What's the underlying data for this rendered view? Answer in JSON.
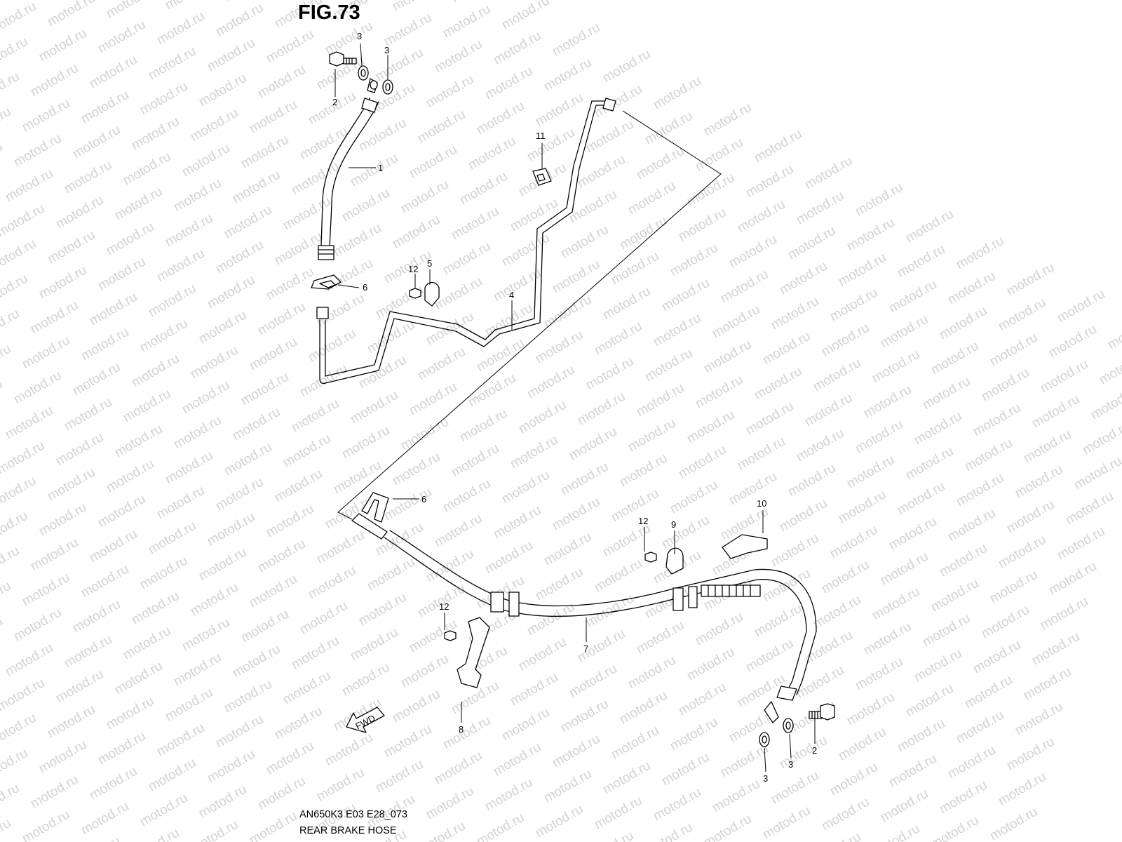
{
  "figure": {
    "title": "FIG.73",
    "caption_code": "AN650K3 E03 E28_073",
    "caption_name": "REAR BRAKE HOSE",
    "watermark": "motod.ru",
    "fwd_label": "FWD"
  },
  "callouts": [
    {
      "id": "c-3a",
      "label": "3"
    },
    {
      "id": "c-3b",
      "label": "3"
    },
    {
      "id": "c-2a",
      "label": "2"
    },
    {
      "id": "c-1",
      "label": "1"
    },
    {
      "id": "c-11",
      "label": "11"
    },
    {
      "id": "c-12a",
      "label": "12"
    },
    {
      "id": "c-5",
      "label": "5"
    },
    {
      "id": "c-6a",
      "label": "6"
    },
    {
      "id": "c-4",
      "label": "4"
    },
    {
      "id": "c-6b",
      "label": "6"
    },
    {
      "id": "c-12b",
      "label": "12"
    },
    {
      "id": "c-9",
      "label": "9"
    },
    {
      "id": "c-10",
      "label": "10"
    },
    {
      "id": "c-12c",
      "label": "12"
    },
    {
      "id": "c-7",
      "label": "7"
    },
    {
      "id": "c-8",
      "label": "8"
    },
    {
      "id": "c-2b",
      "label": "2"
    },
    {
      "id": "c-3c",
      "label": "3"
    },
    {
      "id": "c-3d",
      "label": "3"
    }
  ]
}
